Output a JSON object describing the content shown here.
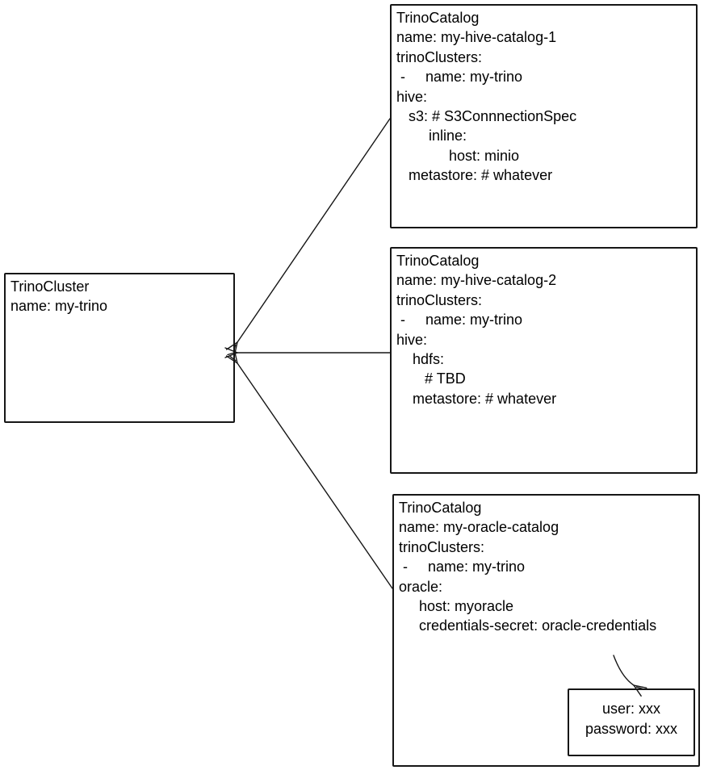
{
  "diagram": {
    "kind": "kubernetes-custom-resource relationship sketch",
    "colors": {
      "background": "#ffffff",
      "stroke": "#161616",
      "text": "#000000"
    },
    "nodes": {
      "cluster": {
        "resource_kind": "TrinoCluster",
        "lines": [
          "TrinoCluster",
          "name: my-trino"
        ]
      },
      "catalog1": {
        "resource_kind": "TrinoCatalog",
        "lines": [
          "TrinoCatalog",
          "name: my-hive-catalog-1",
          "trinoClusters:",
          " -     name: my-trino",
          "hive:",
          "   s3: # S3ConnnectionSpec",
          "        inline:",
          "             host: minio",
          "   metastore: # whatever"
        ]
      },
      "catalog2": {
        "resource_kind": "TrinoCatalog",
        "lines": [
          "TrinoCatalog",
          "name: my-hive-catalog-2",
          "trinoClusters:",
          " -     name: my-trino",
          "hive:",
          "    hdfs:",
          "       # TBD",
          "    metastore: # whatever"
        ]
      },
      "catalog3": {
        "resource_kind": "TrinoCatalog",
        "lines": [
          "TrinoCatalog",
          "name: my-oracle-catalog",
          "trinoClusters:",
          " -     name: my-trino",
          "oracle:",
          "     host: myoracle",
          "     credentials-secret: oracle-credentials"
        ]
      },
      "secret": {
        "resource_kind": "Secret",
        "lines": [
          "user: xxx",
          "password: xxx"
        ]
      }
    },
    "connections": [
      {
        "from": "catalog1",
        "to": "cluster",
        "style": "line-with-arrowhead-at-cluster"
      },
      {
        "from": "catalog2",
        "to": "cluster",
        "style": "line-with-arrowhead-at-cluster"
      },
      {
        "from": "catalog3",
        "to": "cluster",
        "style": "line-with-arrowhead-at-cluster"
      },
      {
        "from": "catalog3-credentials-secret-field",
        "to": "secret",
        "style": "curved-arrow"
      }
    ]
  }
}
